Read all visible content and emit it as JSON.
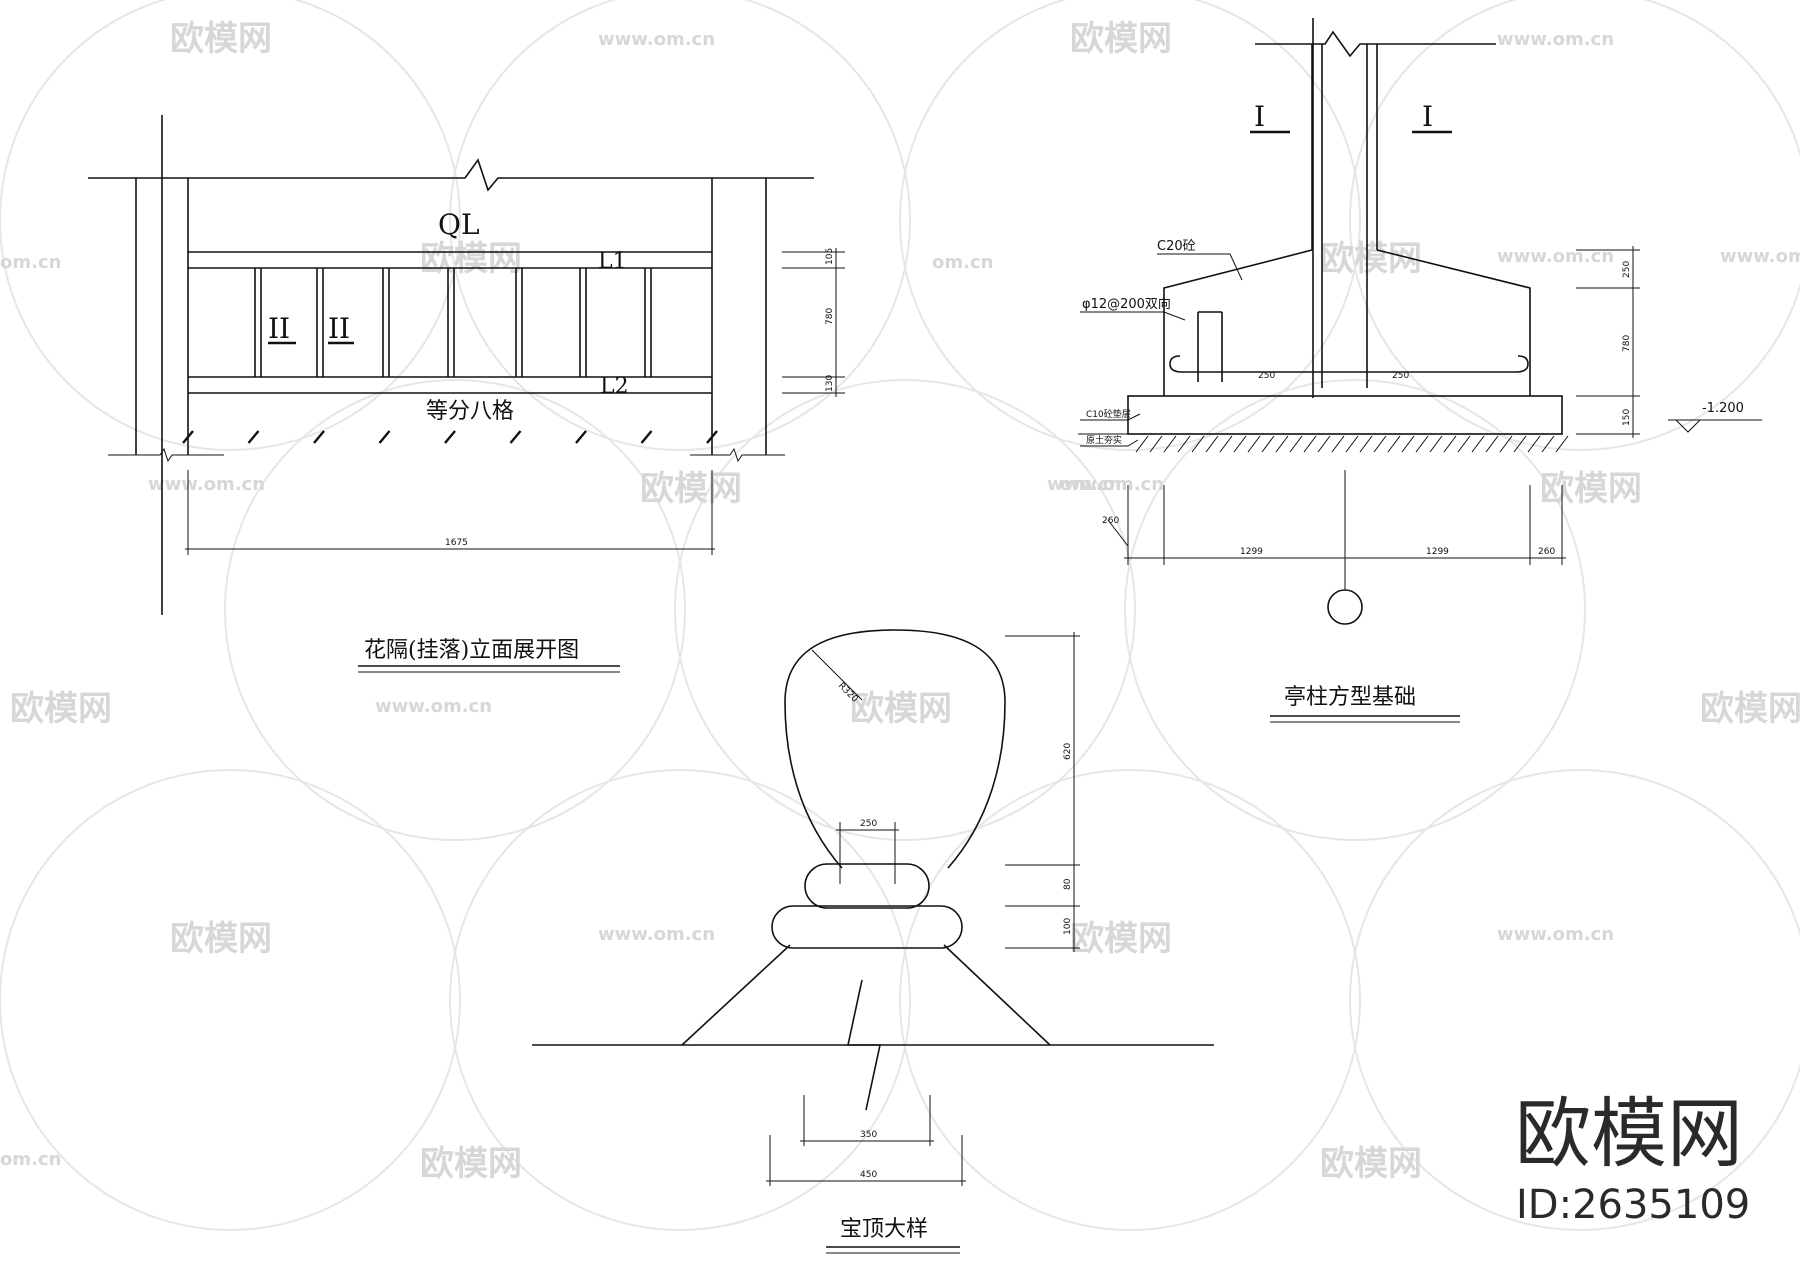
{
  "watermark": {
    "brand": "欧模网",
    "url": "www.om.cn",
    "url_short": "om.cn"
  },
  "logo": {
    "name": "欧模网",
    "id_text": "ID:2635109"
  },
  "panel_lattice": {
    "title": "花隔(挂落)立面展开图",
    "beam_label": "QL",
    "rail_top": "L1",
    "rail_bottom": "L2",
    "section_left": "II",
    "section_right": "II",
    "division_note": "等分八格",
    "dim_overall": "1675",
    "dim_top": "105",
    "dim_mid": "780",
    "dim_bottom": "130"
  },
  "panel_footing": {
    "title": "亭柱方型基础",
    "section_left": "I",
    "section_right": "I",
    "concrete_note": "C20砼",
    "rebar_note": "φ12@200双向",
    "cover_left": "250",
    "cover_right": "250",
    "bedding_note": "C10砼垫层",
    "soil_note": "原土夯实",
    "elevation": "-1.200",
    "dim_v1": "250",
    "dim_v2": "780",
    "dim_v3": "150",
    "dim_h_edge_left": "260",
    "dim_h_half_left": "1299",
    "dim_h_half_right": "1299",
    "dim_h_edge_right": "260"
  },
  "panel_finial": {
    "title": "宝顶大样",
    "radius_note": "R320",
    "neck_width": "250",
    "dim_v_top": "620",
    "dim_v_mid": "80",
    "dim_v_low": "100",
    "dim_base_inner": "350",
    "dim_base_outer": "450"
  }
}
